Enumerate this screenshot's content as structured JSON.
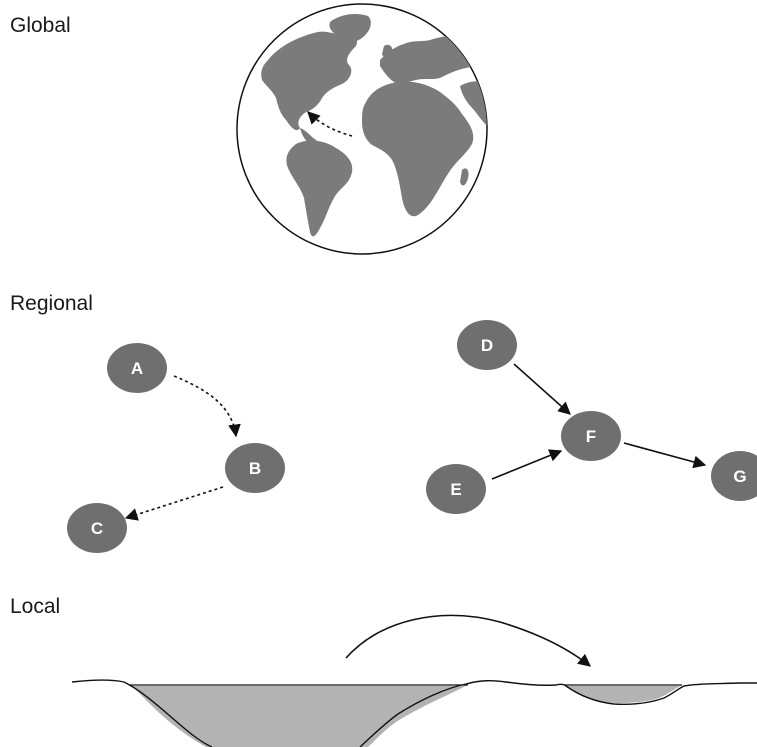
{
  "sections": {
    "global": "Global",
    "regional": "Regional",
    "local": "Local"
  },
  "nodes": {
    "A": "A",
    "B": "B",
    "C": "C",
    "D": "D",
    "E": "E",
    "F": "F",
    "G": "G"
  },
  "colors": {
    "land": "#7b7b7b",
    "node": "#6f6f6f",
    "water": "#b3b3b3",
    "line": "#111111",
    "background": "#ffffff"
  }
}
